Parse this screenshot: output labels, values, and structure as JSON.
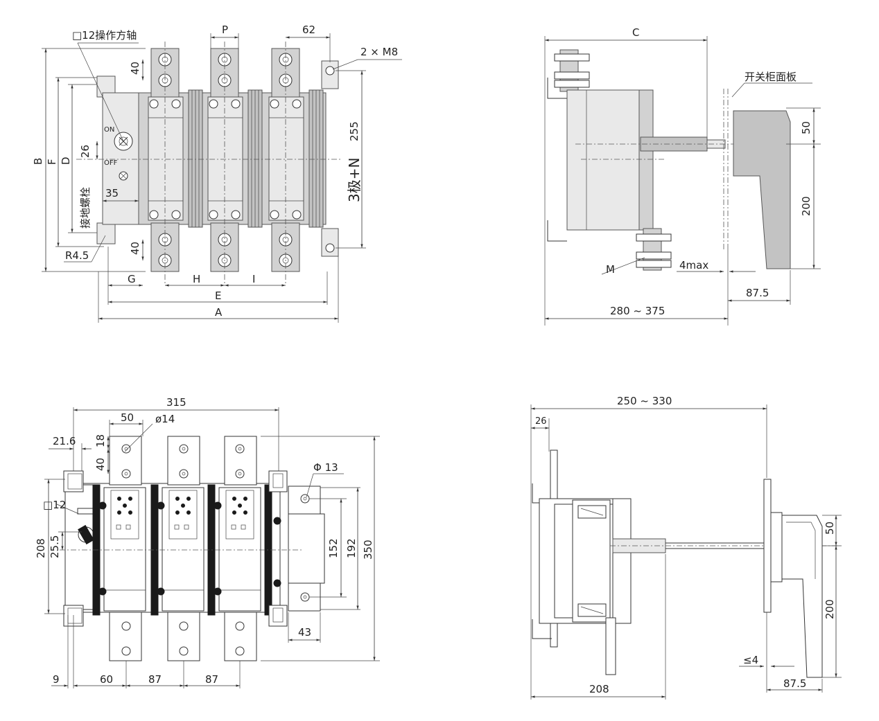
{
  "view_top_left": {
    "shaft_label": "□12操作方轴",
    "bolt_label": "2 × M8",
    "grounding_label": "接地螺栓",
    "on_label": "ON",
    "off_label": "OFF",
    "pole_label": "3极+N",
    "radius_label": "R4.5",
    "dims": {
      "P": "P",
      "w62": "62",
      "d40a": "40",
      "d40b": "40",
      "d26": "26",
      "d35": "35",
      "d255": "255",
      "B": "B",
      "F": "F",
      "D": "D",
      "G": "G",
      "H": "H",
      "I": "I",
      "E": "E",
      "A": "A"
    }
  },
  "view_top_right": {
    "panel_label": "开关柜面板",
    "dims": {
      "C": "C",
      "d50": "50",
      "d200": "200",
      "M": "M",
      "max4": "4max",
      "d875": "87.5",
      "range": "280 ~ 375"
    }
  },
  "view_bottom_left": {
    "dims": {
      "d315": "315",
      "d50": "50",
      "dia14": "ø14",
      "d216": "21.6",
      "d18": "18",
      "d40": "40",
      "sq12": "□12",
      "phi13": "Φ 13",
      "d208": "208",
      "d255": "25.5",
      "d152": "152",
      "d192": "192",
      "d350": "350",
      "d43": "43",
      "d9": "9",
      "d60": "60",
      "d87a": "87",
      "d87b": "87"
    }
  },
  "view_bottom_right": {
    "dims": {
      "range": "250 ~ 330",
      "d26": "26",
      "d50": "50",
      "d200": "200",
      "le4": "≤4",
      "d875": "87.5",
      "d208": "208"
    }
  }
}
